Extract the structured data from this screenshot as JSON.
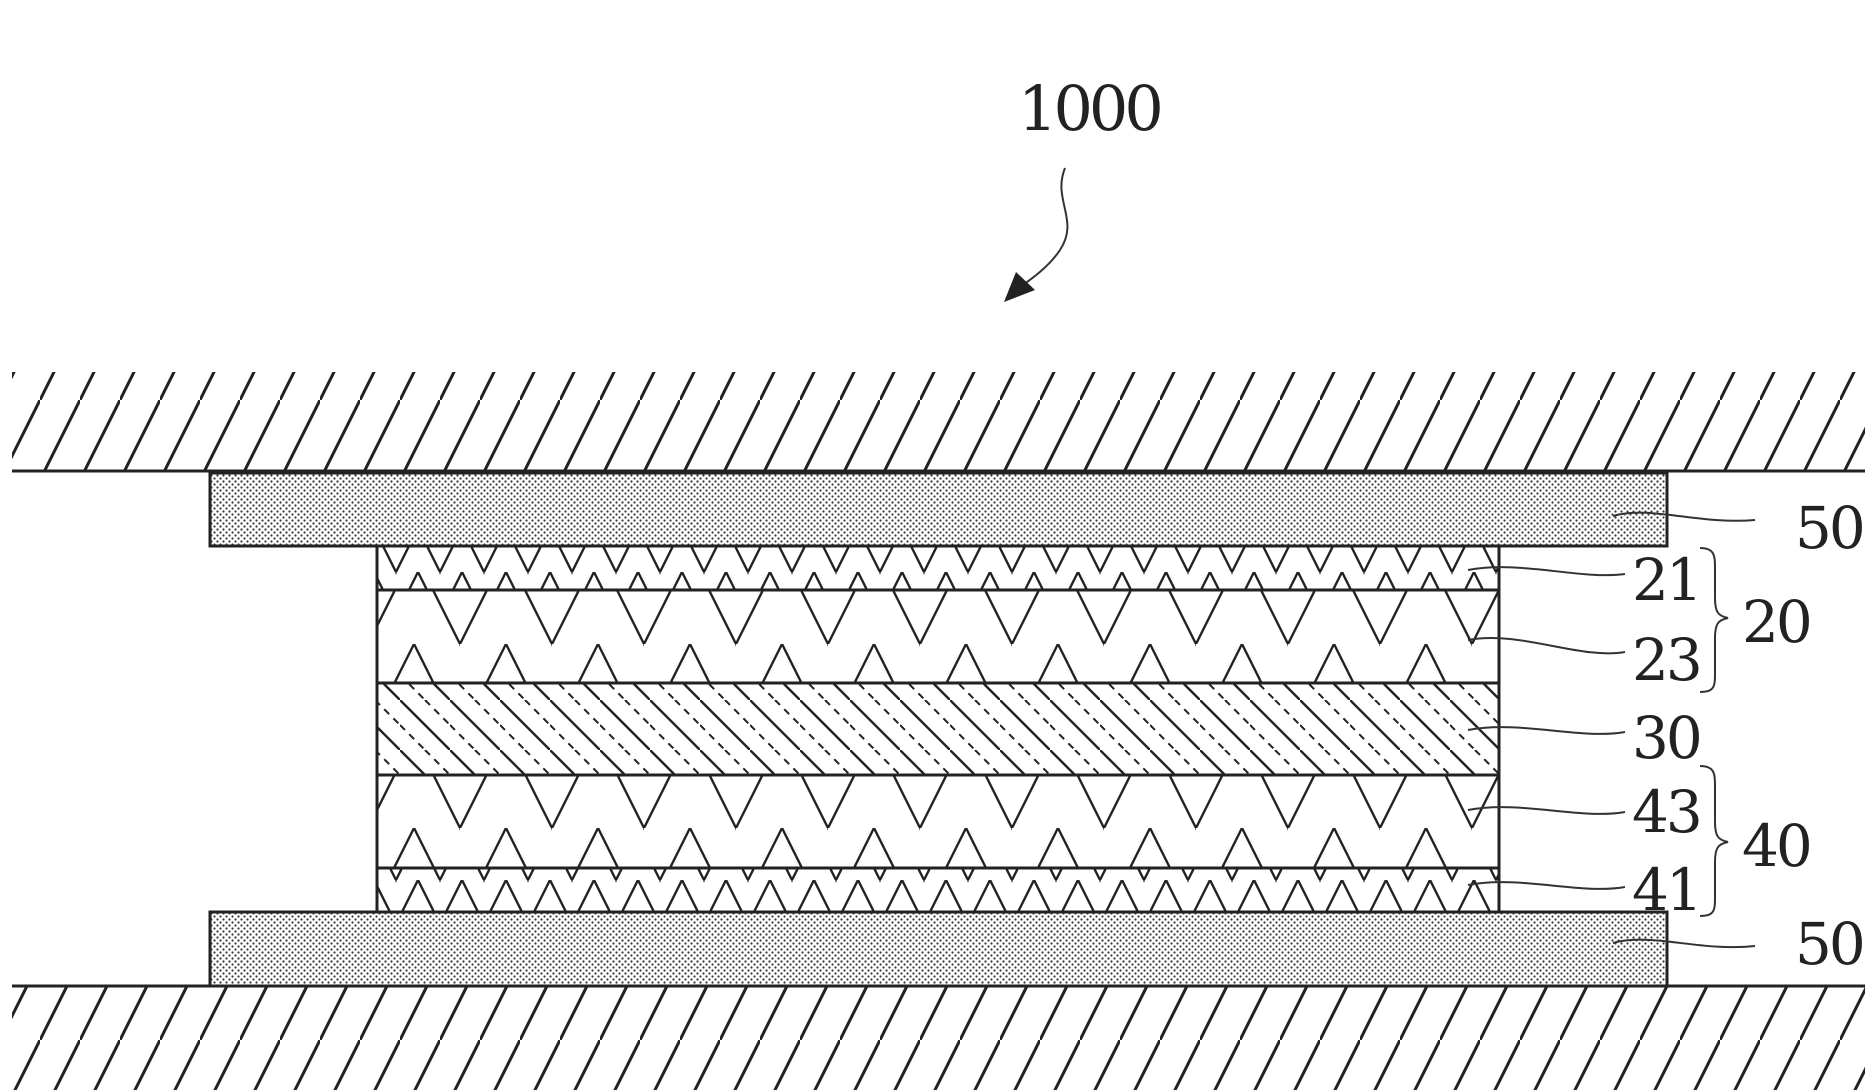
{
  "figure": {
    "reference_numeral": "1000",
    "colors": {
      "ink": "#222222",
      "background": "#ffffff"
    }
  },
  "layers": [
    {
      "id": "top-pad",
      "label": "50",
      "hatch": "dotted"
    },
    {
      "id": "layer-21",
      "label": "21",
      "hatch": "chevron-fine"
    },
    {
      "id": "layer-23",
      "label": "23",
      "hatch": "chevron-wide"
    },
    {
      "id": "layer-30",
      "label": "30",
      "hatch": "diagonal-dashed"
    },
    {
      "id": "layer-43",
      "label": "43",
      "hatch": "chevron-wide"
    },
    {
      "id": "layer-41",
      "label": "41",
      "hatch": "chevron-fine"
    },
    {
      "id": "bottom-pad",
      "label": "50",
      "hatch": "dotted"
    }
  ],
  "groups": [
    {
      "id": "group-20",
      "label": "20",
      "members": [
        "21",
        "23"
      ]
    },
    {
      "id": "group-40",
      "label": "40",
      "members": [
        "43",
        "41"
      ]
    }
  ],
  "boundaries": [
    {
      "id": "top-boundary",
      "hatch": "diagonal"
    },
    {
      "id": "bottom-boundary",
      "hatch": "diagonal"
    }
  ]
}
